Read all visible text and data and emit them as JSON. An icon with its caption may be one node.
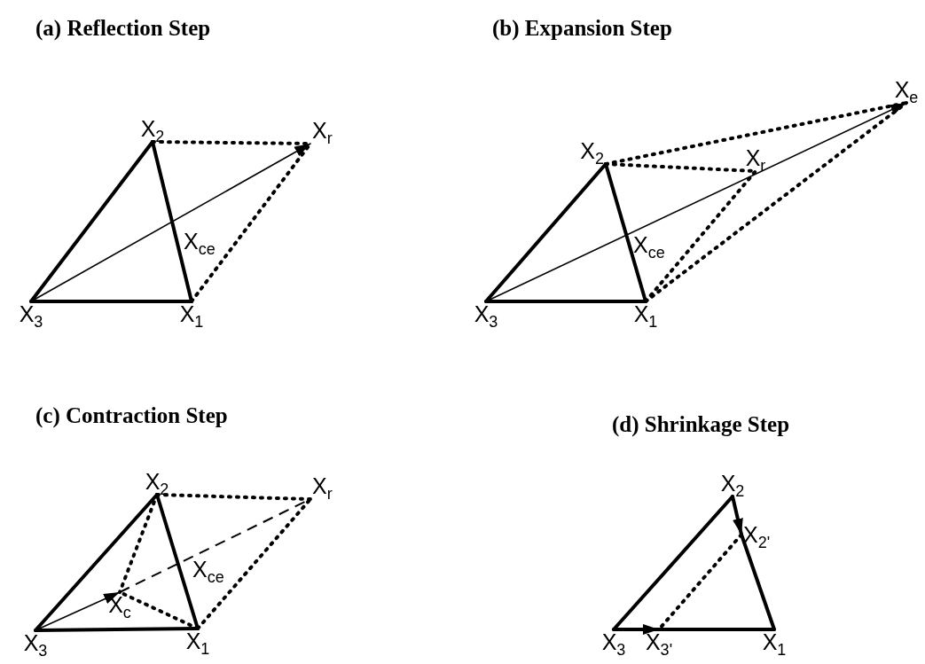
{
  "diagram": {
    "nodes": [
      {
        "text": [
          "X$_{2}$"
        ]
      },
      {
        "text": [
          "X$_{r}$"
        ]
      },
      {
        "text": [
          "X$_{ce}$"
        ]
      },
      {
        "text": [
          "X$_{3}$"
        ]
      },
      {
        "text": [
          "X$_{1}$"
        ]
      },
      {
        "text": [
          "X$_{2}$"
        ]
      },
      {
        "text": [
          "X$_{e}$"
        ]
      },
      {
        "text": [
          "X$_{r}$"
        ]
      },
      {
        "text": [
          "X$_{ce}$"
        ]
      },
      {
        "text": [
          "X$_{3}$"
        ]
      },
      {
        "text": [
          "X$_{1}$"
        ]
      },
      {
        "text": [
          "X$_{2}$"
        ]
      },
      {
        "text": [
          "X$_{r}$"
        ]
      },
      {
        "text": [
          "X$_{ce}$"
        ]
      },
      {
        "text": [
          "X$_{c}$"
        ]
      },
      {
        "text": [
          "X$_{3}$"
        ]
      },
      {
        "text": [
          "X$_{1}$"
        ]
      },
      {
        "text": [
          "X$_{2}$"
        ]
      },
      {
        "text": [
          "X$_{2'}$"
        ]
      },
      {
        "text": [
          "X$_{3}$"
        ]
      },
      {
        "text": [
          "X$_{3'}$"
        ]
      },
      {
        "text": [
          "X$_{1}$"
        ]
      }
    ],
    "edges": [
      {
        "from": 3,
        "to": 0,
        "arrow": "none"
      },
      {
        "from": 0,
        "to": 4,
        "arrow": "none"
      },
      {
        "from": 3,
        "to": 4,
        "arrow": "none"
      },
      {
        "from": 3,
        "to": 1,
        "arrow": "to"
      },
      {
        "from": 0,
        "to": 1,
        "arrow": "none",
        "style": "dashed"
      },
      {
        "from": 4,
        "to": 1,
        "arrow": "none",
        "style": "dashed"
      },
      {
        "from": 9,
        "to": 5,
        "arrow": "none"
      },
      {
        "from": 5,
        "to": 10,
        "arrow": "none"
      },
      {
        "from": 9,
        "to": 10,
        "arrow": "none"
      },
      {
        "from": 9,
        "to": 6,
        "arrow": "to"
      },
      {
        "from": 5,
        "to": 6,
        "arrow": "none",
        "style": "dashed"
      },
      {
        "from": 10,
        "to": 6,
        "arrow": "none",
        "style": "dashed"
      },
      {
        "from": 5,
        "to": 7,
        "arrow": "none",
        "style": "dashed"
      },
      {
        "from": 10,
        "to": 7,
        "arrow": "none",
        "style": "dashed"
      },
      {
        "from": 15,
        "to": 11,
        "arrow": "none"
      },
      {
        "from": 11,
        "to": 16,
        "arrow": "none"
      },
      {
        "from": 15,
        "to": 16,
        "arrow": "none"
      },
      {
        "from": 15,
        "to": 14,
        "arrow": "to"
      },
      {
        "from": 14,
        "to": 12,
        "arrow": "none",
        "style": "dashed"
      },
      {
        "from": 11,
        "to": 12,
        "arrow": "none",
        "style": "dashed"
      },
      {
        "from": 16,
        "to": 12,
        "arrow": "none",
        "style": "dashed"
      },
      {
        "from": 11,
        "to": 14,
        "arrow": "none",
        "style": "dashed"
      },
      {
        "from": 16,
        "to": 14,
        "arrow": "none",
        "style": "dashed"
      },
      {
        "from": 19,
        "to": 17,
        "arrow": "none"
      },
      {
        "from": 17,
        "to": 18,
        "arrow": "to"
      },
      {
        "from": 18,
        "to": 21,
        "arrow": "none"
      },
      {
        "from": 19,
        "to": 20,
        "arrow": "to"
      },
      {
        "from": 20,
        "to": 21,
        "arrow": "none"
      },
      {
        "from": 18,
        "to": 20,
        "arrow": "none",
        "style": "dashed"
      }
    ],
    "labels": [
      "(a) Reflection Step",
      "(b) Expansion Step",
      "(c) Contraction Step",
      "(d) Shrinkage Step"
    ]
  }
}
